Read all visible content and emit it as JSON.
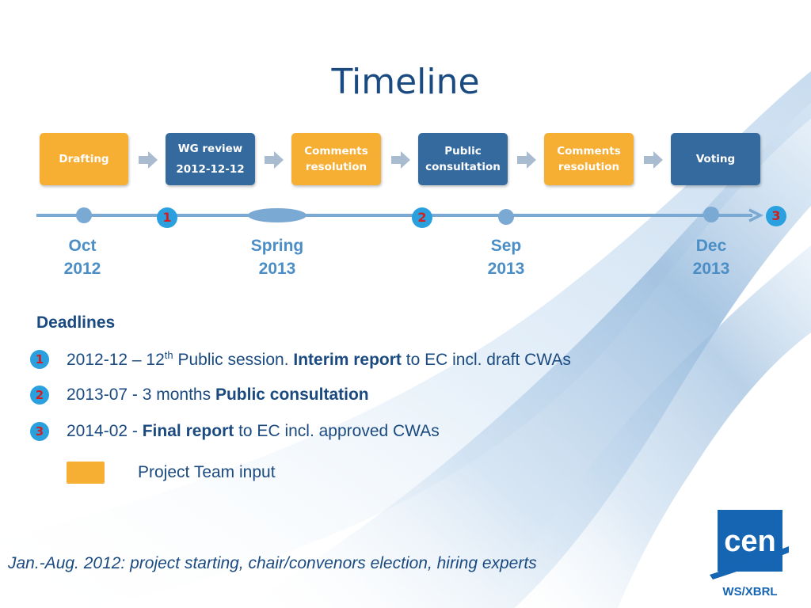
{
  "title": "Timeline",
  "process_steps": [
    {
      "label": "Drafting",
      "sub": "",
      "color": "orange"
    },
    {
      "label": "WG review",
      "sub": "2012-12-12",
      "color": "blue"
    },
    {
      "label": "Comments resolution",
      "sub": "",
      "color": "orange"
    },
    {
      "label": "Public consultation",
      "sub": "",
      "color": "blue"
    },
    {
      "label": "Comments resolution",
      "sub": "",
      "color": "orange"
    },
    {
      "label": "Voting",
      "sub": "",
      "color": "blue"
    }
  ],
  "timeline": {
    "dates": [
      {
        "month": "Oct",
        "year": "2012"
      },
      {
        "month": "Spring",
        "year": "2013"
      },
      {
        "month": "Sep",
        "year": "2013"
      },
      {
        "month": "Dec",
        "year": "2013"
      }
    ],
    "milestones": [
      "1",
      "2",
      "3"
    ]
  },
  "deadlines": {
    "heading": "Deadlines",
    "items": [
      {
        "num": "1",
        "pre": "2012-12 – 12",
        "sup": "th",
        "mid": " Public session. ",
        "bold": "Interim report",
        "post": " to EC incl. draft CWAs"
      },
      {
        "num": "2",
        "pre": "2013-07 - 3 months ",
        "sup": "",
        "mid": "",
        "bold": "Public consultation",
        "post": ""
      },
      {
        "num": "3",
        "pre": "2014-02 - ",
        "sup": "",
        "mid": "",
        "bold": "Final report",
        "post": " to EC incl. approved CWAs"
      }
    ]
  },
  "legend": {
    "label": "Project Team input",
    "color": "#f6ae33"
  },
  "footer": "Jan.-Aug. 2012: project starting, chair/convenors election, hiring experts",
  "logo": {
    "text": "cen",
    "subtext": "WS/XBRL"
  },
  "colors": {
    "orange": "#f6ae33",
    "blue": "#356a9f",
    "badge": "#2aa0df",
    "badge_text": "#d22020",
    "timeline": "#7aa9d4",
    "title": "#1a4a80"
  }
}
